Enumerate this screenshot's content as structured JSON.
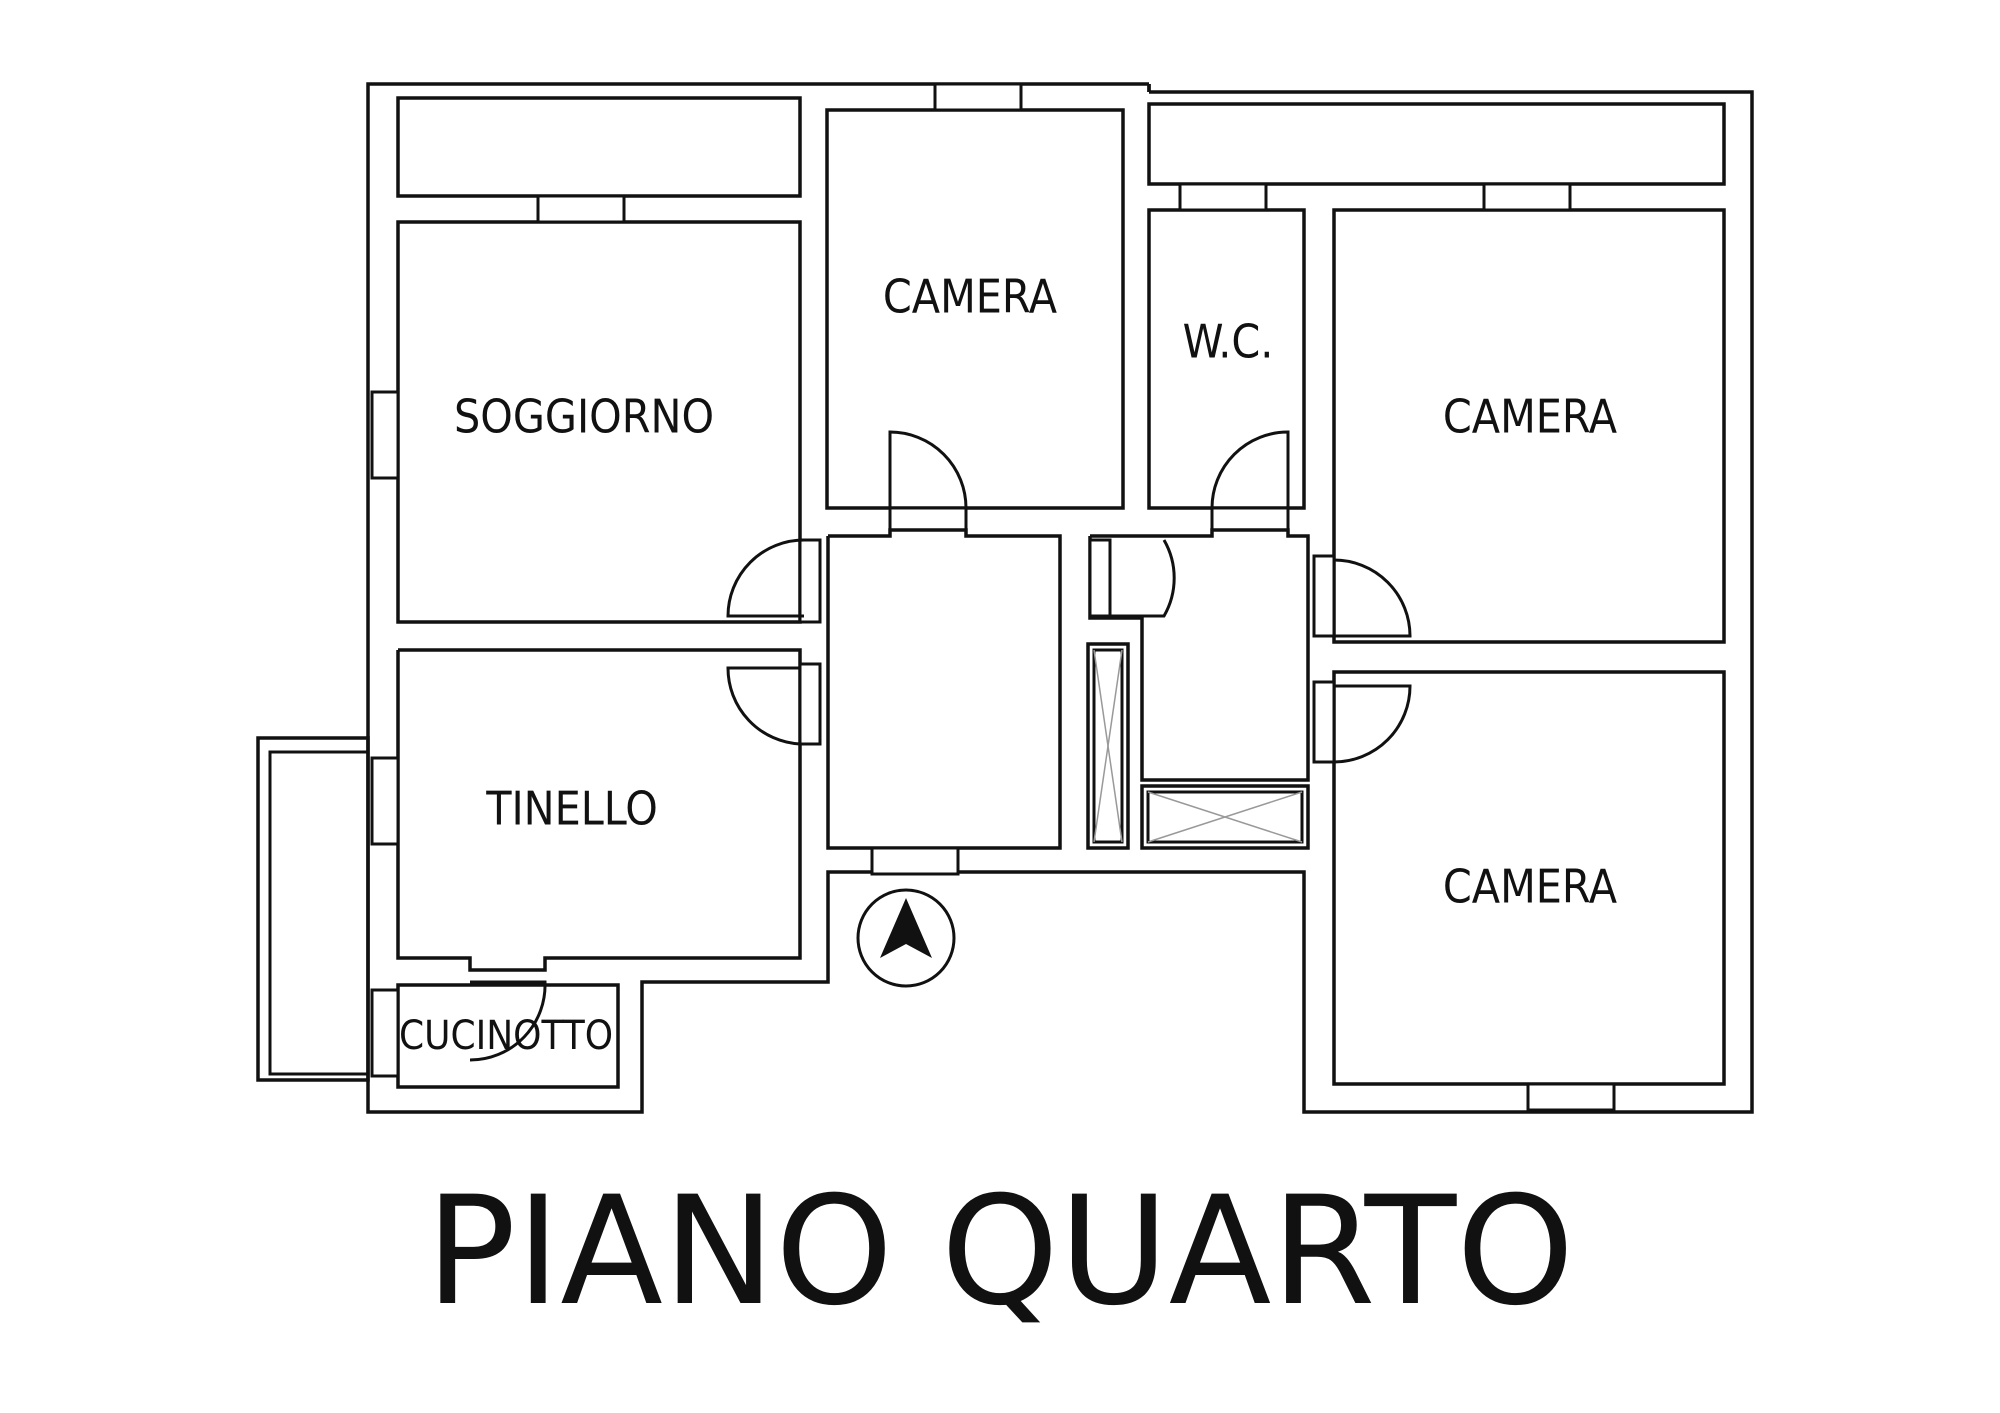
{
  "title": "PIANO QUARTO",
  "rooms": {
    "soggiorno": "SOGGIORNO",
    "camera_top": "CAMERA",
    "wc": "W.C.",
    "camera_right_top": "CAMERA",
    "tinello": "TINELLO",
    "camera_right_bottom": "CAMERA",
    "cucinotto": "CUCINOTTO"
  },
  "colors": {
    "line": "#111111",
    "background": "#ffffff",
    "hatch": "#999999"
  },
  "icons": [
    "north-arrow-icon"
  ]
}
